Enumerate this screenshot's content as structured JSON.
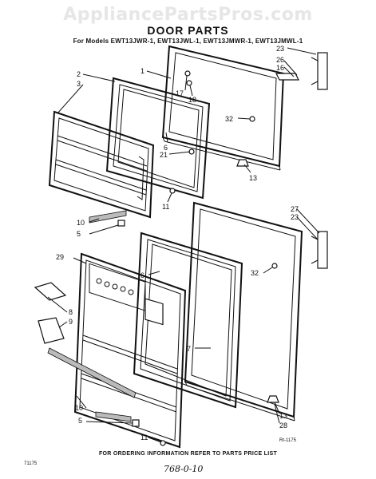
{
  "watermark": "AppliancePartsPros.com",
  "title": "DOOR PARTS",
  "subtitle": "For Models EWT13JWR-1, EWT13JWL-1, EWT13JMWR-1, EWT13JMWL-1",
  "footer": "FOR ORDERING INFORMATION REFER TO PARTS PRICE LIST",
  "corner_code": "71175",
  "stamp_code": "Rt-1175",
  "handwritten_note": "768-0-10",
  "callouts": {
    "c1": "1",
    "c2": "2",
    "c3": "3",
    "c5a": "5",
    "c5b": "5",
    "c6a": "6",
    "c6b": "6",
    "c7": "7",
    "c8": "8",
    "c9": "9",
    "c10a": "10",
    "c10b": "10",
    "c11a": "11",
    "c11b": "11",
    "c13a": "13",
    "c13b": "13",
    "c16": "16",
    "c17": "17",
    "c18": "18",
    "c21": "21",
    "c23a": "23",
    "c23b": "23",
    "c26": "26",
    "c27": "27",
    "c28": "28",
    "c29": "29",
    "c32a": "32",
    "c32b": "32"
  }
}
